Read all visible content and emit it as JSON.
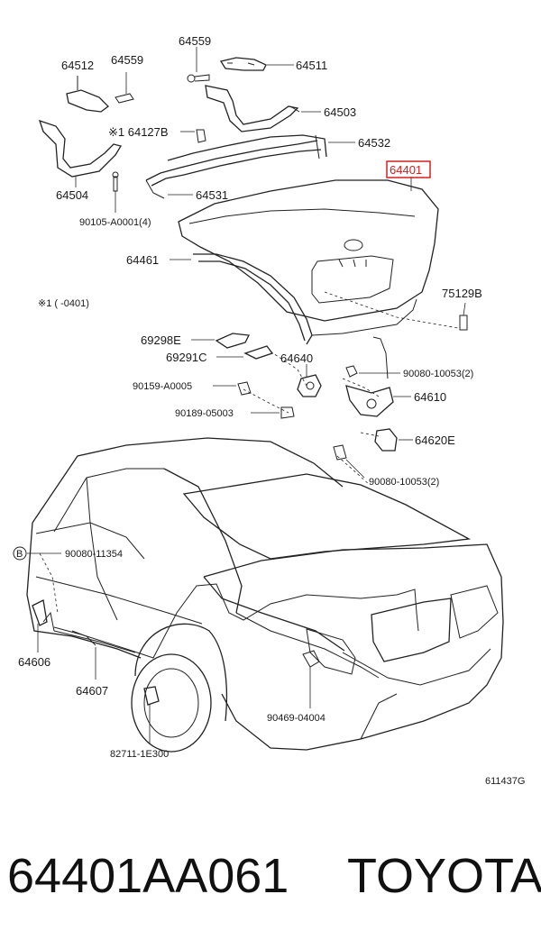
{
  "diagram": {
    "labels": {
      "p64559a": "64559",
      "p64512": "64512",
      "p64559b": "64559",
      "p64511": "64511",
      "p64503": "64503",
      "p64127B": "※1 64127B",
      "p64532": "64532",
      "p64401": "64401",
      "p64504": "64504",
      "p64531": "64531",
      "p90105": "90105-A0001(4)",
      "p64461": "64461",
      "note1": "※1 (      -0401)",
      "p75129B": "75129B",
      "p69298E": "69298E",
      "p69291C": "69291C",
      "p64640": "64640",
      "p90080a": "90080-10053(2)",
      "p90159": "90159-A0005",
      "p64610": "64610",
      "p90189": "90189-05003",
      "p64620E": "64620E",
      "p90080b": "90080-10053(2)",
      "circleB": "B",
      "p90080c": "90080-11354",
      "p64606": "64606",
      "p64607": "64607",
      "p90469": "90469-04004",
      "p82711": "82711-1E300",
      "figcode": "611437G"
    },
    "highlight_color": "#d22020"
  },
  "footer": {
    "part_number": "64401AA061",
    "brand": "TOYOTA"
  }
}
